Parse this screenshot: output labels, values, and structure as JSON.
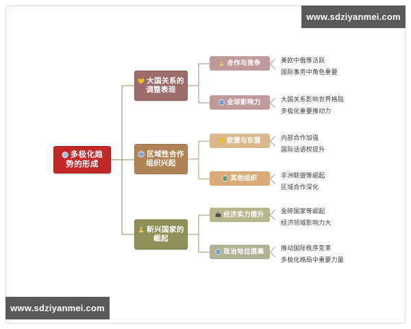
{
  "document": {
    "type": "mindmap",
    "title": "多极化趋势的形成",
    "background": "#ffffff",
    "frame_color": "#d9d9d9"
  },
  "watermarks": {
    "top_right": "www.sdziyanmei.com",
    "bottom_left": "www.sdziyanmei.com",
    "background_color": "#595959",
    "text_color": "#ffffff"
  },
  "root": {
    "label": "多极化趋",
    "label_line2": "势的形成",
    "full_label": "多极化趋势的形成",
    "icon": "globe-icon",
    "color": "#c22828"
  },
  "branches": [
    {
      "label_line1": "大国关系的",
      "label_line2": "调整表现",
      "full_label": "大国关系的调整表现",
      "icon": "heart-icon",
      "color": "#9c6b6b",
      "children": [
        {
          "label": "合作与竞争",
          "icon": "person-icon",
          "color": "#c09a9a",
          "leaves": [
            "美欧中俄等活跃",
            "国际事务中角色重要"
          ]
        },
        {
          "label": "全球影响力",
          "icon": "globe-icon",
          "color": "#c09a9a",
          "leaves": [
            "大国关系影响世界格局",
            "多极化重要推动力"
          ]
        }
      ]
    },
    {
      "label_line1": "区域性合作",
      "label_line2": "组织兴起",
      "full_label": "区域性合作组织兴起",
      "icon": "globe-icon",
      "color": "#b08355",
      "children": [
        {
          "label": "欧盟与东盟",
          "icon": "heart-icon",
          "color": "#dcb98c",
          "leaves": [
            "内部合作加强",
            "国际话语权提升"
          ]
        },
        {
          "label": "其他组织",
          "icon": "globe-icon",
          "color": "#d9ab79",
          "leaves": [
            "非洲联盟等崛起",
            "区域合作深化"
          ]
        }
      ]
    },
    {
      "label_line1": "新兴国家的",
      "label_line2": "崛起",
      "full_label": "新兴国家的崛起",
      "icon": "person-icon",
      "color": "#8e9057",
      "children": [
        {
          "label": "经济实力提升",
          "icon": "briefcase-icon",
          "color": "#b6b58b",
          "leaves": [
            "金砖国家等崛起",
            "经济领域影响力大"
          ]
        },
        {
          "label": "政治地位提高",
          "icon": "globe-icon",
          "color": "#b0b292",
          "leaves": [
            "推动国际秩序变革",
            "多极化格局中重要力量"
          ]
        }
      ]
    }
  ]
}
